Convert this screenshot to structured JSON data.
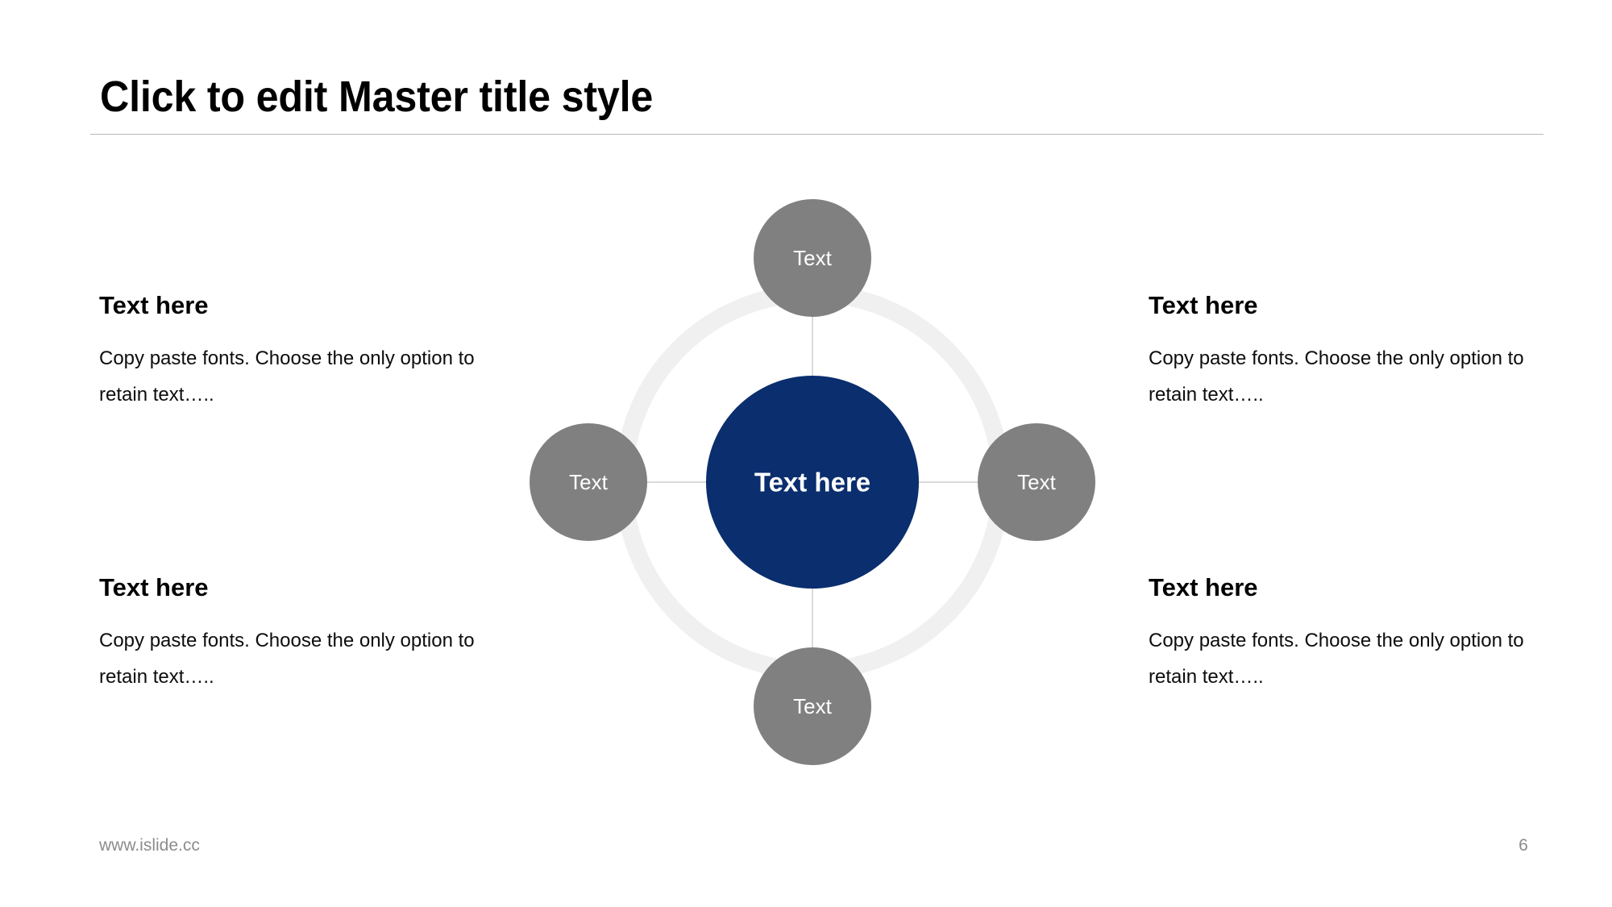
{
  "slide": {
    "title": "Click to edit Master title style",
    "background_color": "#ffffff"
  },
  "theme": {
    "accent_navy": "#0a2e6e",
    "node_grey": "#808080",
    "ring_grey": "#f0f0f0",
    "connector_grey": "#cfcfcf",
    "rule_grey": "#b7b7b7",
    "footer_grey": "#8c8c8c"
  },
  "blocks": {
    "top_left": {
      "heading": "Text here",
      "body": "Copy paste fonts. Choose the only option to retain text….."
    },
    "top_right": {
      "heading": "Text here",
      "body": "Copy paste fonts. Choose the only option to retain text….."
    },
    "bottom_left": {
      "heading": "Text here",
      "body": "Copy paste fonts. Choose the only option to retain text….."
    },
    "bottom_right": {
      "heading": "Text here",
      "body": "Copy paste fonts. Choose the only option to retain text….."
    }
  },
  "diagram": {
    "type": "hub-and-spoke",
    "center": {
      "label": "Text here",
      "fill": "#0a2e6e",
      "text_color": "#ffffff"
    },
    "ring": {
      "fill": "#f0f0f0"
    },
    "nodes": [
      {
        "position": "top",
        "label": "Text",
        "fill": "#808080",
        "text_color": "#ffffff"
      },
      {
        "position": "right",
        "label": "Text",
        "fill": "#808080",
        "text_color": "#ffffff"
      },
      {
        "position": "bottom",
        "label": "Text",
        "fill": "#808080",
        "text_color": "#ffffff"
      },
      {
        "position": "left",
        "label": "Text",
        "fill": "#808080",
        "text_color": "#ffffff"
      }
    ]
  },
  "footer": {
    "url": "www.islide.cc",
    "page_number": "6"
  }
}
